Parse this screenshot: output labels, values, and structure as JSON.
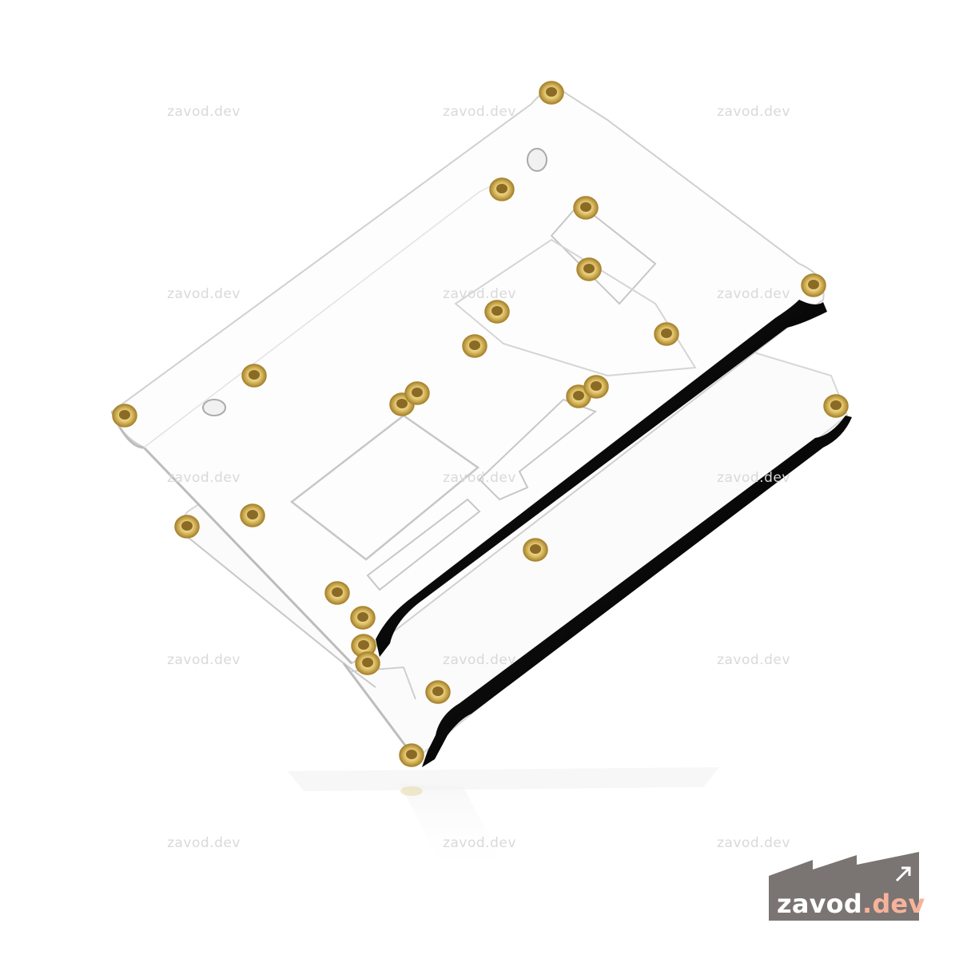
{
  "watermarks": [
    "zavod.dev",
    "zavod.dev",
    "zavod.dev",
    "zavod.dev",
    "zavod.dev",
    "zavod.dev",
    "zavod.dev",
    "zavod.dev",
    "zavod.dev",
    "zavod.dev",
    "zavod.dev",
    "zavod.dev",
    "zavod.dev",
    "zavod.dev",
    "zavod.dev"
  ],
  "logo": {
    "name": "zavod",
    "tld": ".dev",
    "accent_color": "#f6b39a",
    "box_color": "#7a7472"
  },
  "colors": {
    "brass": "#e2c66f",
    "brass_dark": "#b8933c",
    "acrylic_edge": "#1a1a1a"
  }
}
